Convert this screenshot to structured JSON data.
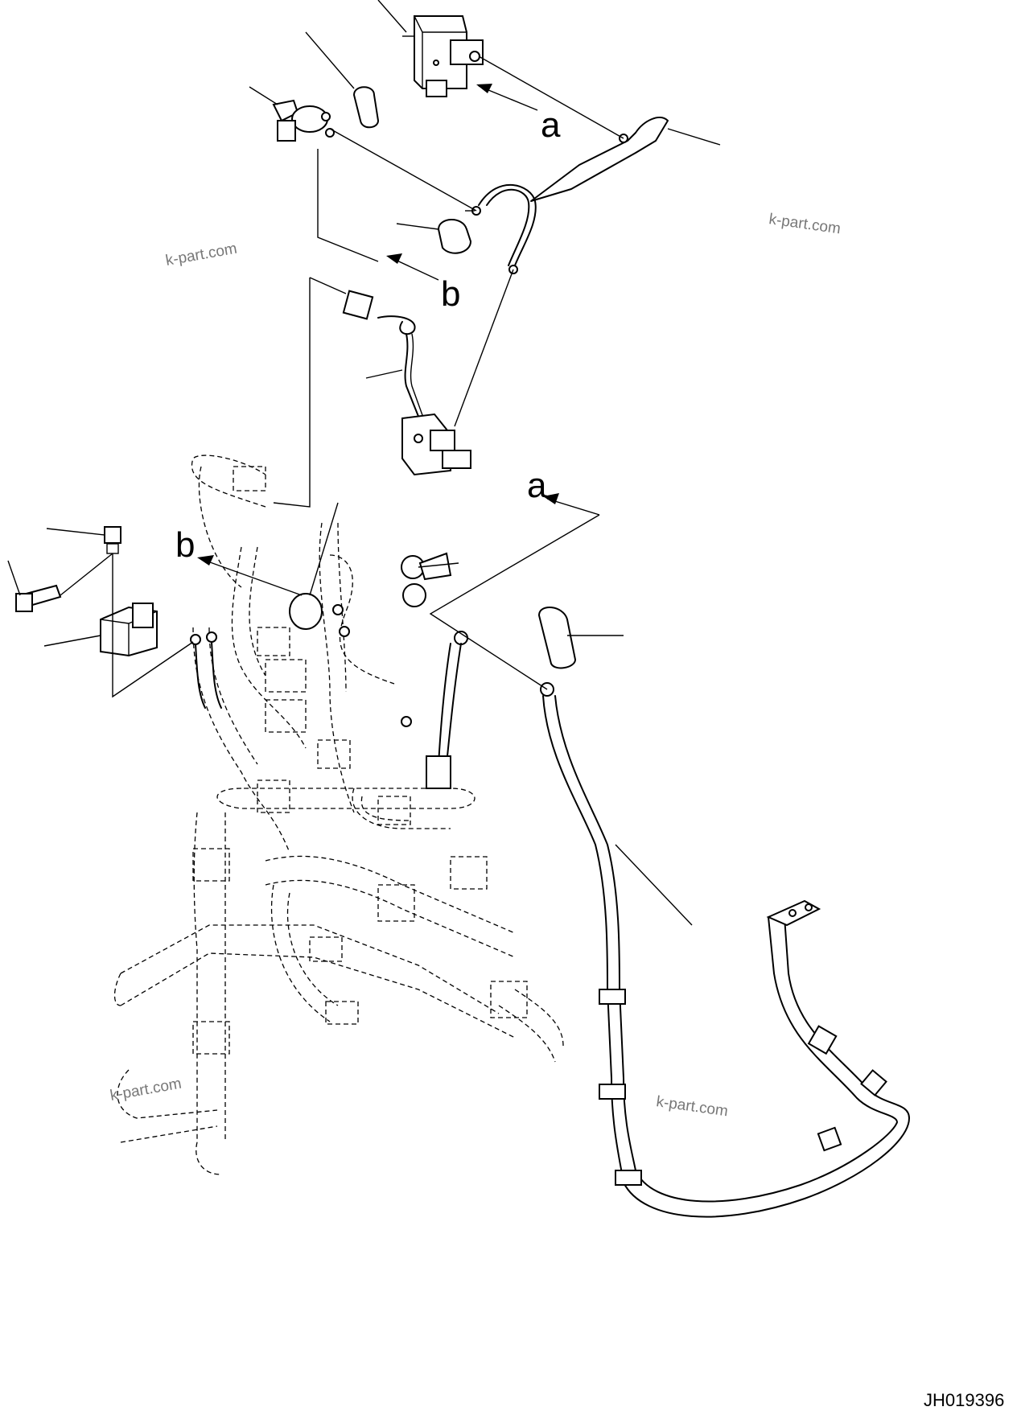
{
  "diagram": {
    "callouts": {
      "a_top": "a",
      "b_top": "b",
      "a_mid": "a",
      "b_mid": "b"
    },
    "watermarks": [
      "k-part.com",
      "k-part.com",
      "k-part.com",
      "k-part.com"
    ],
    "drawing_code": "JH019396"
  }
}
